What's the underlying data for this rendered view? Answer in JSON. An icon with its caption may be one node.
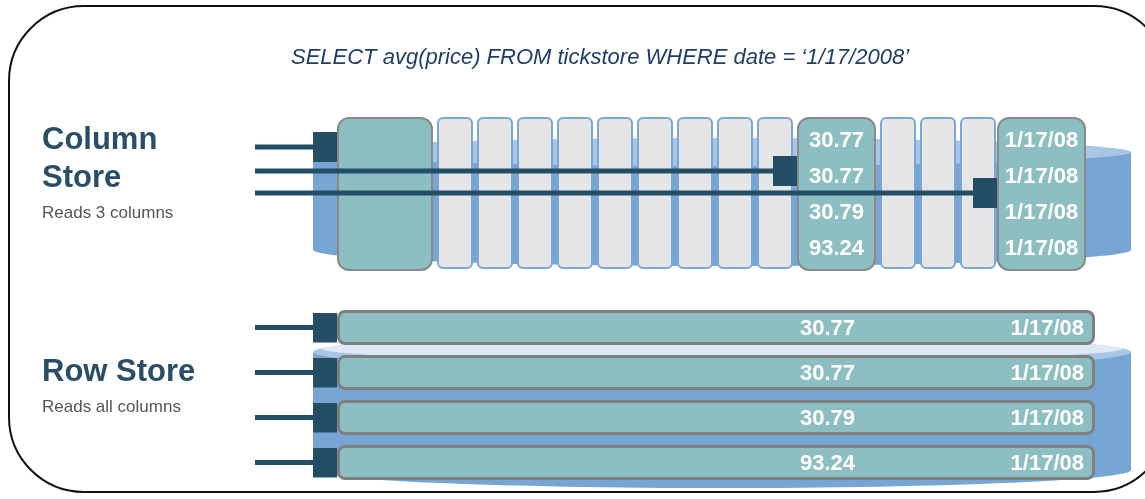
{
  "diagram": {
    "title": "SELECT avg(price) FROM tickstore WHERE date = ‘1/17/2008’",
    "nodes": [
      {
        "text": [],
        "shape": "box"
      },
      {
        "text": [],
        "shape": "box"
      },
      {
        "text": [],
        "shape": "box"
      },
      {
        "text": [],
        "shape": "box"
      },
      {
        "text": [],
        "shape": "box"
      },
      {
        "text": [],
        "shape": "box"
      },
      {
        "text": [],
        "shape": "box"
      },
      {
        "text": [],
        "shape": "box"
      },
      {
        "text": [],
        "shape": "box"
      },
      {
        "text": [],
        "shape": "box"
      },
      {
        "text": [
          "30.77",
          "30.77",
          "30.79",
          "93.24"
        ]
      },
      {
        "text": [],
        "shape": "box"
      },
      {
        "text": [],
        "shape": "box"
      },
      {
        "text": [],
        "shape": "box"
      },
      {
        "text": [
          "1/17/08",
          "1/17/08",
          "1/17/08",
          "1/17/08"
        ]
      },
      {
        "text": [
          "30.77",
          "1/17/08"
        ]
      },
      {
        "text": [
          "30.77",
          "1/17/08"
        ]
      },
      {
        "text": [
          "30.79",
          "1/17/08"
        ]
      },
      {
        "text": [
          "93.24",
          "1/17/08"
        ]
      }
    ],
    "edges": [
      {
        "from": null,
        "to": 0,
        "arrow": "other"
      },
      {
        "from": null,
        "to": 10,
        "arrow": "other"
      },
      {
        "from": null,
        "to": 14,
        "arrow": "other"
      },
      {
        "from": null,
        "to": 15,
        "arrow": "other"
      },
      {
        "from": null,
        "to": 16,
        "arrow": "other"
      },
      {
        "from": null,
        "to": 17,
        "arrow": "other"
      },
      {
        "from": null,
        "to": 18,
        "arrow": "other"
      }
    ],
    "labels": [
      "Column Store",
      "Reads 3 columns",
      "Row Store",
      "Reads all columns"
    ]
  }
}
